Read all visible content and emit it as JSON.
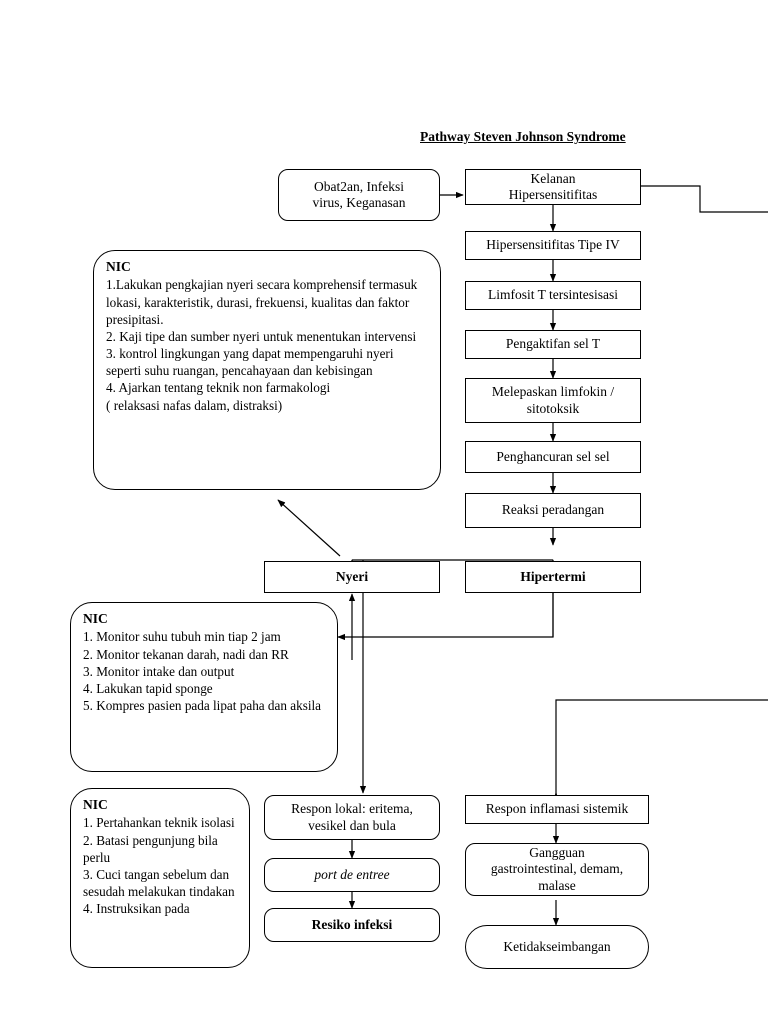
{
  "page": {
    "title": "Pathway Steven Johnson Syndrome",
    "background": "#ffffff",
    "line_color": "#000000"
  },
  "nodes": {
    "trigger": "Obat2an, Infeksi\nvirus, Keganasan",
    "hipersensitifitas": "Kelanan\nHipersensitifitas",
    "tipe4": "Hipersensitifitas Tipe IV",
    "limfosit": "Limfosit T tersintesisasi",
    "pengaktifan": "Pengaktifan sel T",
    "limfokin": "Melepaskan limfokin /\nsitotoksik",
    "penghancuran": "Penghancuran sel sel",
    "reaksi": "Reaksi peradangan",
    "nyeri": "Nyeri",
    "hipertermi": "Hipertermi",
    "respon_lokal": "Respon lokal: eritema,\nvesikel dan bula",
    "port_de_entree": "port de entree",
    "resiko_infeksi": "Resiko infeksi",
    "respon_sistemik": "Respon inflamasi sistemik",
    "gangguan_gi": "Gangguan\ngastrointestinal, demam,\nmalase",
    "ketidakseimbangan": "Ketidakseimbangan",
    "nic_nyeri": {
      "title": "NIC",
      "body": "1.Lakukan pengkajian nyeri secara komprehensif termasuk lokasi, karakteristik, durasi, frekuensi, kualitas dan faktor presipitasi.\n2. Kaji tipe dan sumber nyeri untuk menentukan intervensi\n3. kontrol lingkungan yang dapat mempengaruhi nyeri seperti suhu ruangan, pencahayaan dan kebisingan\n4. Ajarkan tentang teknik non farmakologi\n( relaksasi nafas dalam, distraksi)"
    },
    "nic_hipertermi": {
      "title": "NIC",
      "body": "1. Monitor suhu tubuh min tiap 2 jam\n2. Monitor tekanan darah, nadi dan RR\n3. Monitor intake dan output\n4. Lakukan tapid sponge\n5. Kompres pasien pada lipat paha dan aksila"
    },
    "nic_infeksi": {
      "title": "NIC",
      "body": "1. Pertahankan teknik isolasi\n2. Batasi pengunjung bila perlu\n3. Cuci tangan sebelum dan sesudah melakukan tindakan\n4. Instruksikan pada"
    }
  }
}
